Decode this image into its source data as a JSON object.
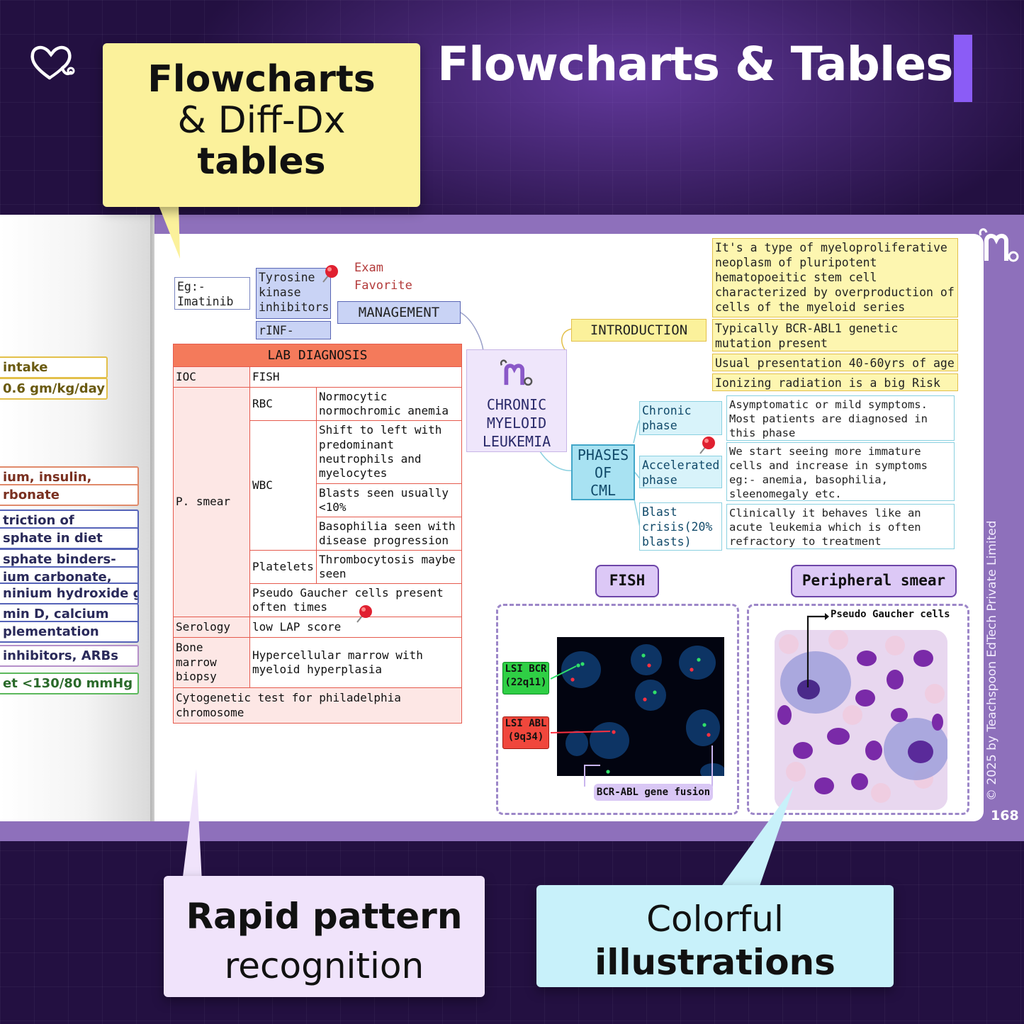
{
  "header": {
    "title": "Flowcharts & Tables",
    "logo_icon": "heart-stethoscope-icon"
  },
  "callouts": {
    "yellow": {
      "line1": "Flowcharts",
      "line2": "& Diff-Dx",
      "line3": "tables"
    },
    "lilac": {
      "line1": "Rapid pattern",
      "line2": "recognition"
    },
    "cyan": {
      "line1": "Colorful",
      "line2": "illustrations"
    }
  },
  "left_page": {
    "items": [
      {
        "text": "intake",
        "color": "#e3c04a"
      },
      {
        "text": "0.6 gm/kg/day",
        "color": "#e3c04a"
      },
      {
        "text": "ium, insulin,",
        "color": "#e08a6a"
      },
      {
        "text": "rbonate",
        "color": "#e08a6a"
      },
      {
        "text": "triction of",
        "color": "#5563b8"
      },
      {
        "text": "sphate in diet",
        "color": "#5563b8"
      },
      {
        "text": "sphate binders-",
        "color": "#5563b8"
      },
      {
        "text": "ium carbonate,",
        "color": "#5563b8"
      },
      {
        "text": "ninium hydroxide gel",
        "color": "#5563b8"
      },
      {
        "text": "min D, calcium",
        "color": "#5563b8"
      },
      {
        "text": "plementation",
        "color": "#5563b8"
      },
      {
        "text": "inhibitors, ARBs",
        "color": "#b58fc9"
      },
      {
        "text": "et <130/80 mmHg",
        "color": "#5cb85c"
      }
    ]
  },
  "mindmap": {
    "center": {
      "line1": "CHRONIC",
      "line2": "MYELOID",
      "line3": "LEUKEMIA"
    },
    "management": {
      "label": "MANAGEMENT",
      "tki": "Tyrosine kinase inhibitors",
      "example": "Eg:- Imatinib",
      "rinf": "rINF-alpha",
      "exam_favorite_1": "Exam",
      "exam_favorite_2": "Favorite"
    },
    "introduction": {
      "label": "INTRODUCTION",
      "points": [
        "It's a type of myeloproliferative neoplasm of pluripotent hematopoeitic stem cell characterized by overproduction of cells of the myeloid series",
        "Typically BCR-ABL1 genetic mutation present",
        "Usual presentation 40-60yrs of age",
        "Ionizing radiation is a big Risk factor"
      ]
    },
    "phases": {
      "label_1": "PHASES",
      "label_2": "OF",
      "label_3": "CML",
      "items": [
        {
          "name": "Chronic phase",
          "desc": "Asymptomatic or mild symptoms. Most patients are diagnosed in this phase"
        },
        {
          "name": "Accelerated phase",
          "desc": "We start seeing more immature cells and increase in symptoms eg:- anemia, basophilia, sleenomegaly etc."
        },
        {
          "name": "Blast crisis(20% blasts)",
          "desc": "Clinically it behaves like an acute leukemia which is often refractory to treatment"
        }
      ]
    }
  },
  "lab": {
    "title": "LAB DIAGNOSIS",
    "ioc_label": "IOC",
    "ioc_value": "FISH",
    "psmear_label": "P. smear",
    "rbc_label": "RBC",
    "rbc_value": "Normocytic normochromic anemia",
    "wbc_label": "WBC",
    "wbc_1": "Shift to left with predominant neutrophils and myelocytes",
    "wbc_2": "Blasts seen usually <10%",
    "wbc_3": "Basophilia seen with disease progression",
    "platelets_label": "Platelets",
    "platelets_value": "Thrombocytosis maybe seen",
    "pseudo": "Pseudo Gaucher cells present often times",
    "serology_label": "Serology",
    "serology_value": "low LAP score",
    "marrow_label": "Bone marrow biopsy",
    "marrow_value": "Hypercellular marrow with myeloid hyperplasia",
    "cytogenetic": "Cytogenetic test for philadelphia chromosome"
  },
  "fish": {
    "title": "FISH",
    "bcr_1": "LSI BCR",
    "bcr_2": "(22q11)",
    "abl_1": "LSI ABL",
    "abl_2": "(9q34)",
    "fusion": "BCR-ABL gene fusion"
  },
  "smear": {
    "title": "Peripheral smear",
    "label": "Pseudo Gaucher cells"
  },
  "footer": {
    "copyright": "© 2025 by Teachspoon EdTech Private Limited",
    "page_number": "168"
  },
  "colors": {
    "background": "#231041",
    "accent": "#8b5cf6",
    "book_band": "#8e70bb"
  }
}
